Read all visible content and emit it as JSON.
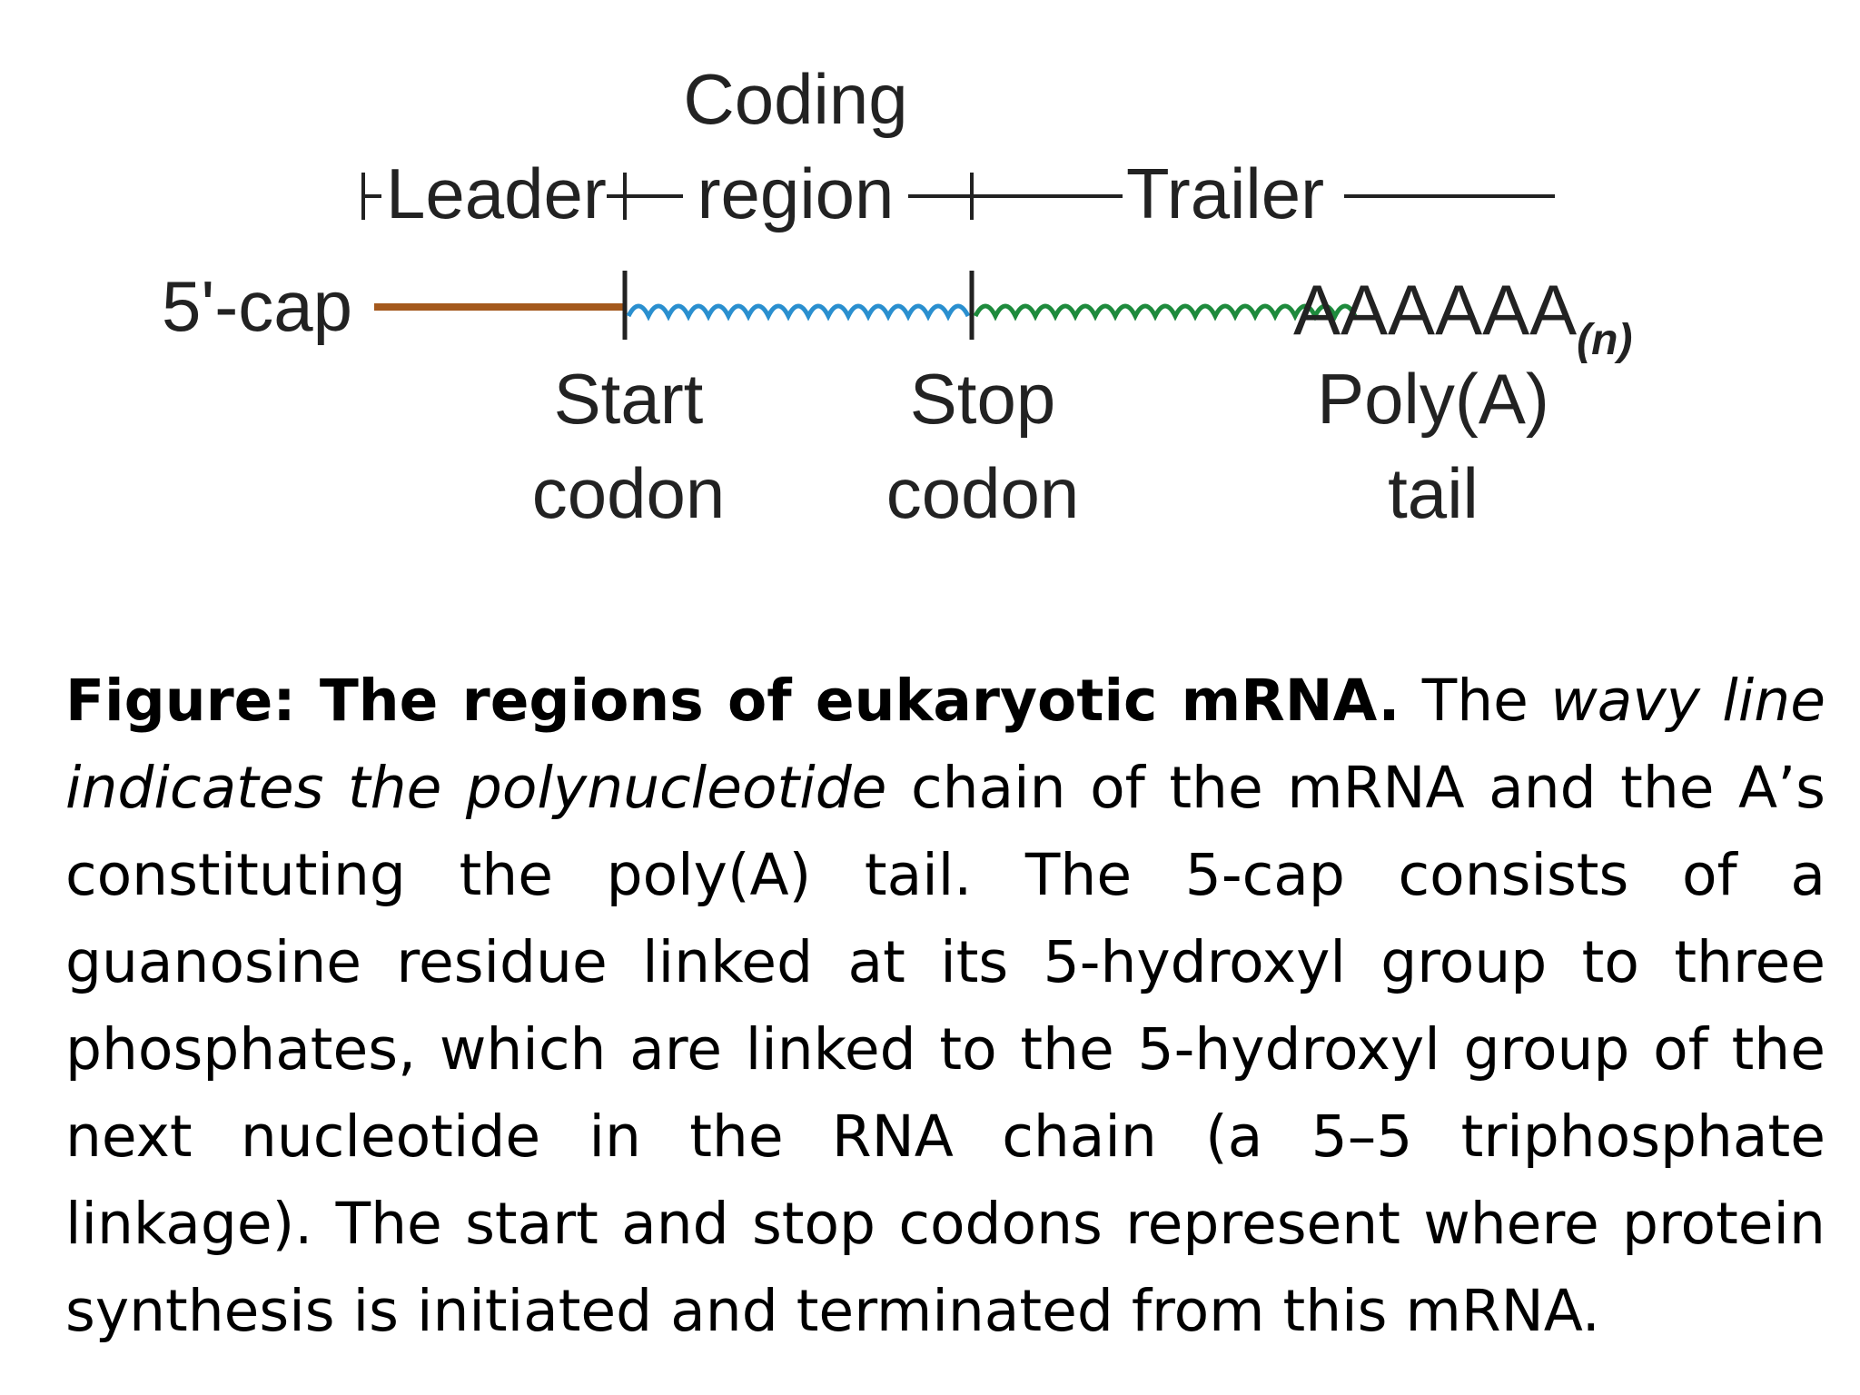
{
  "diagram": {
    "header": {
      "leader": "Leader",
      "coding_line1": "Coding",
      "coding_line2": "region",
      "trailer": "Trailer"
    },
    "strand": {
      "cap_label": "5'-cap",
      "polya_label": "AAAAAA",
      "polya_subscript": "(n)"
    },
    "markers": {
      "start_line1": "Start",
      "start_line2": "codon",
      "stop_line1": "Stop",
      "stop_line2": "codon",
      "polya_line1": "Poly(A)",
      "polya_line2": "tail"
    },
    "colors": {
      "leader_line": "#a4591d",
      "coding_wave": "#2a8fcf",
      "trailer_wave": "#1e8a3c",
      "ink": "#222222"
    }
  },
  "caption": {
    "title": "Figure: The regions of eukaryotic mRNA.",
    "text_1": "The",
    "italic": "wavy line indicates the polynucleotide",
    "text_2": "chain of the mRNA and the A’s constituting the poly(A) tail. The 5-cap consists of a guanosine residue linked at its 5-hydroxyl group to three phosphates, which are linked to the 5-hydroxyl group of the next nucleotide in the RNA chain (a 5–5 triphosphate linkage). The start and stop codons represent where protein synthesis is initiated and terminated from this mRNA."
  }
}
